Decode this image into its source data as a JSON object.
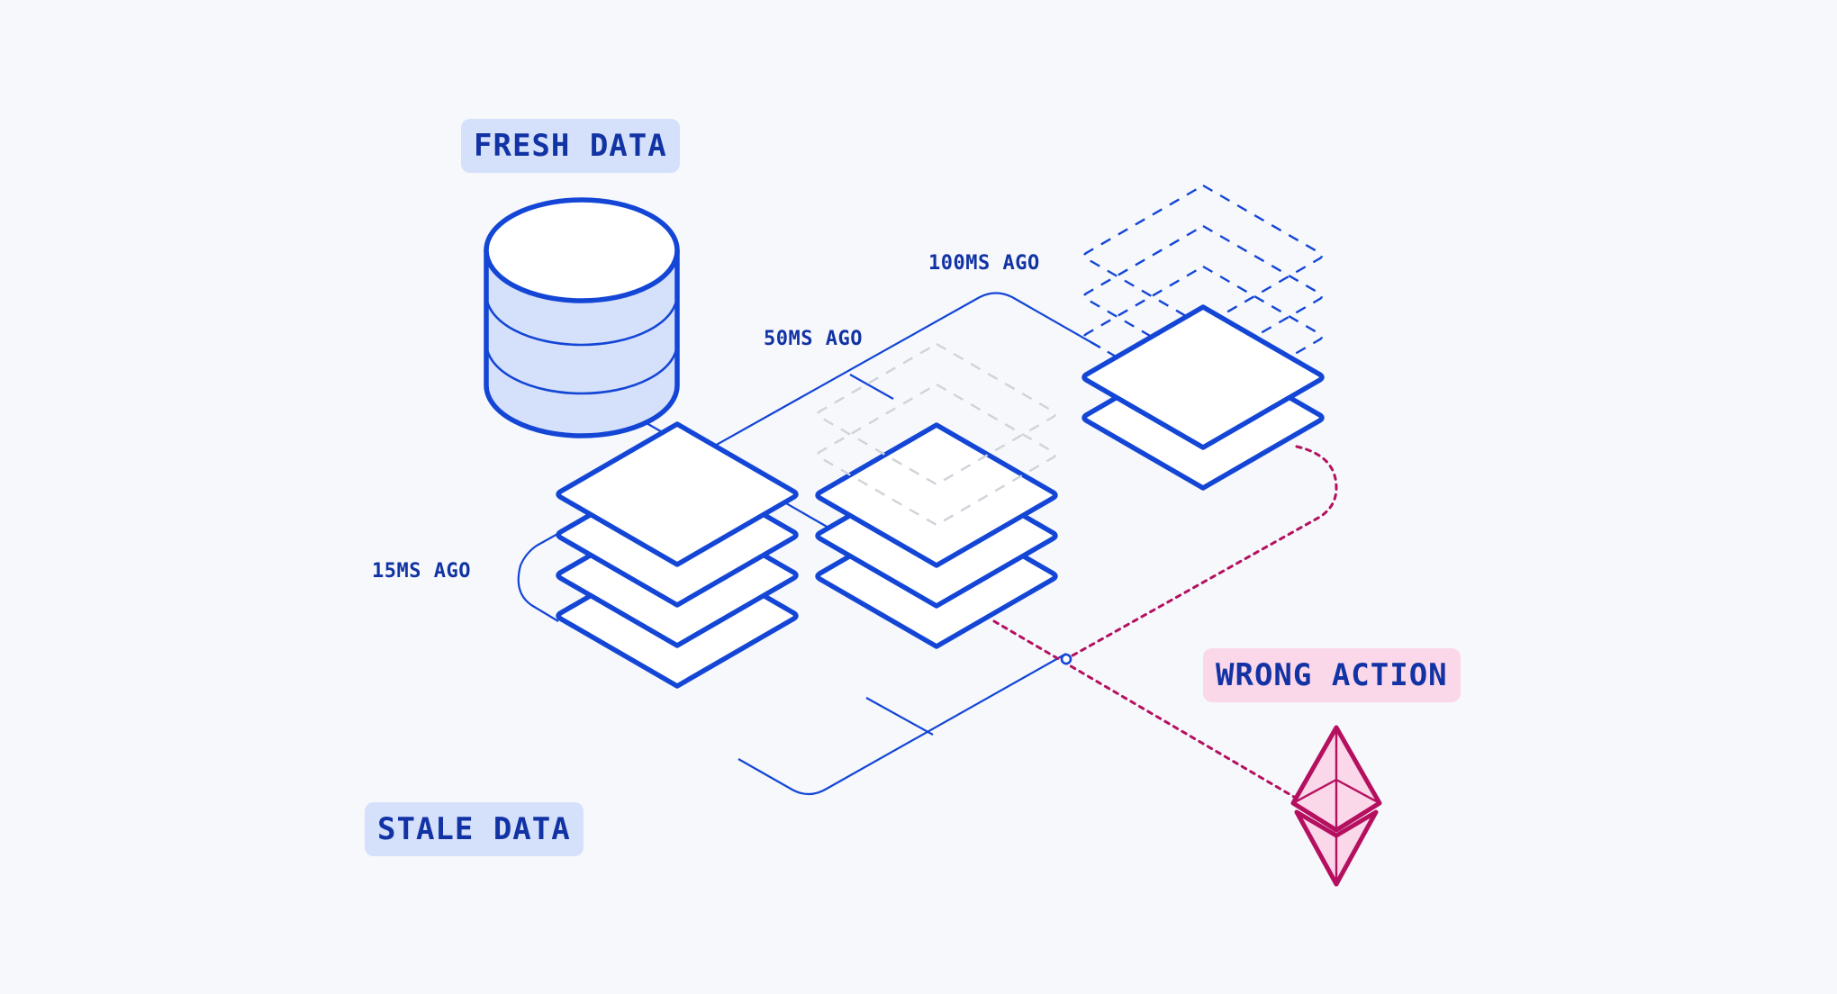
{
  "labels": {
    "fresh_data": "FRESH DATA",
    "stale_data": "STALE DATA",
    "wrong_action": "WRONG ACTION"
  },
  "timestamps": {
    "t15": "15MS AGO",
    "t50": "50MS AGO",
    "t100": "100MS AGO"
  },
  "colors": {
    "background": "#f6f8fc",
    "primary": "#1446d6",
    "label_text": "#1233a4",
    "badge_blue": "#d5e0fb",
    "badge_pink": "#fbd7ea",
    "accent": "#b5105f",
    "ghost": "#cfd3da"
  },
  "icons": [
    "database-icon",
    "ethereum-icon"
  ]
}
